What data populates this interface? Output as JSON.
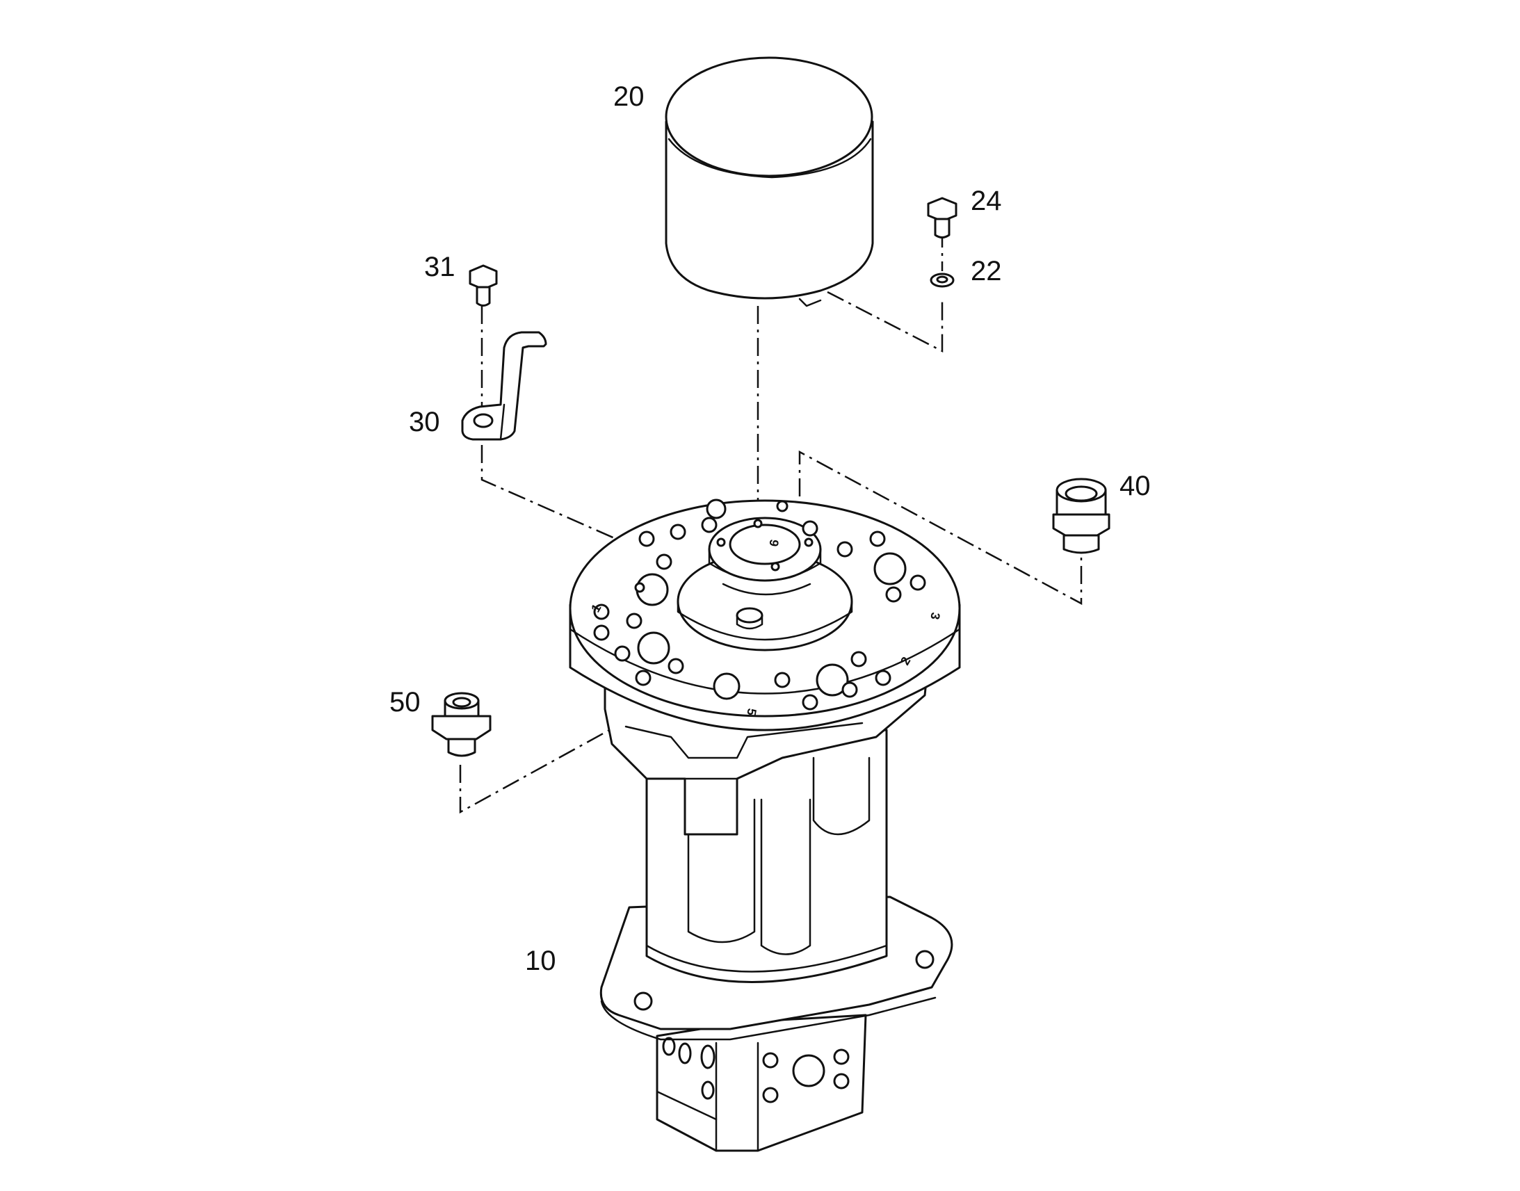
{
  "callouts": {
    "c10": "10",
    "c20": "20",
    "c22": "22",
    "c24": "24",
    "c30": "30",
    "c31": "31",
    "c40": "40",
    "c50": "50"
  },
  "port_marks": {
    "m1": "1",
    "m2": "2",
    "m3": "3",
    "m5": "5",
    "m9": "9"
  }
}
